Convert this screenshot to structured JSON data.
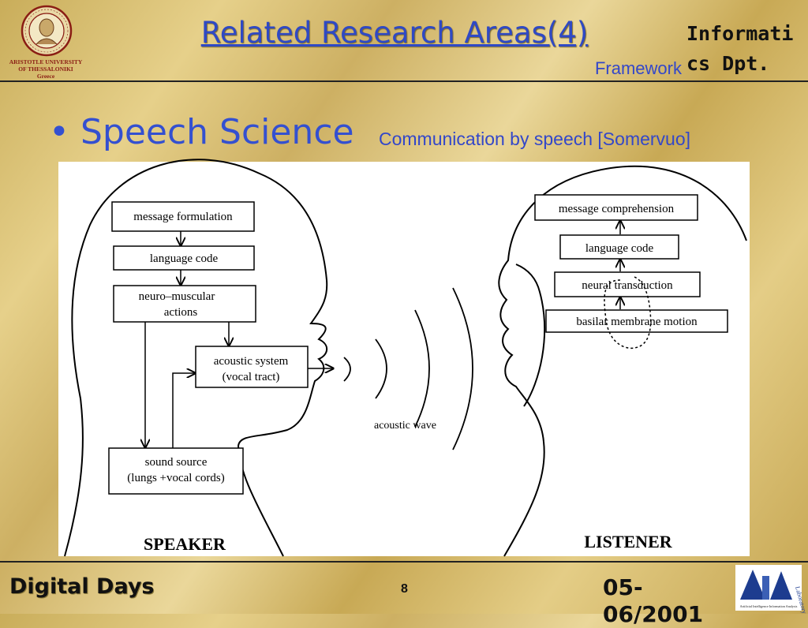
{
  "header": {
    "university": "ARISTOTLE UNIVERSITY\nOF THESSALONIKI\nGreece",
    "title": "Related Research Areas(4)",
    "subtitle": "Framework",
    "department": "Informati\ncs Dpt."
  },
  "bullet": {
    "text": "Speech Science",
    "caption": "Communication by speech [Somervuo]"
  },
  "diagram": {
    "speaker": {
      "box1": "message formulation",
      "box2": "language code",
      "box3_line1": "neuro–muscular",
      "box3_line2": "actions",
      "box4_line1": "acoustic system",
      "box4_line2": "(vocal tract)",
      "box5_line1": "sound source",
      "box5_line2": "(lungs +vocal cords)",
      "label": "SPEAKER"
    },
    "listener": {
      "box1": "message comprehension",
      "box2": "language code",
      "box3": "neural transduction",
      "box4": "basilar membrane motion",
      "label": "LISTENER"
    },
    "wave_label": "acoustic wave"
  },
  "footer": {
    "left": "Digital Days",
    "page": "8",
    "date": "05-06/2001"
  },
  "lab_logo": {
    "text": "Laboratory",
    "caption": "Artificial Intelligence Information Analysis"
  }
}
